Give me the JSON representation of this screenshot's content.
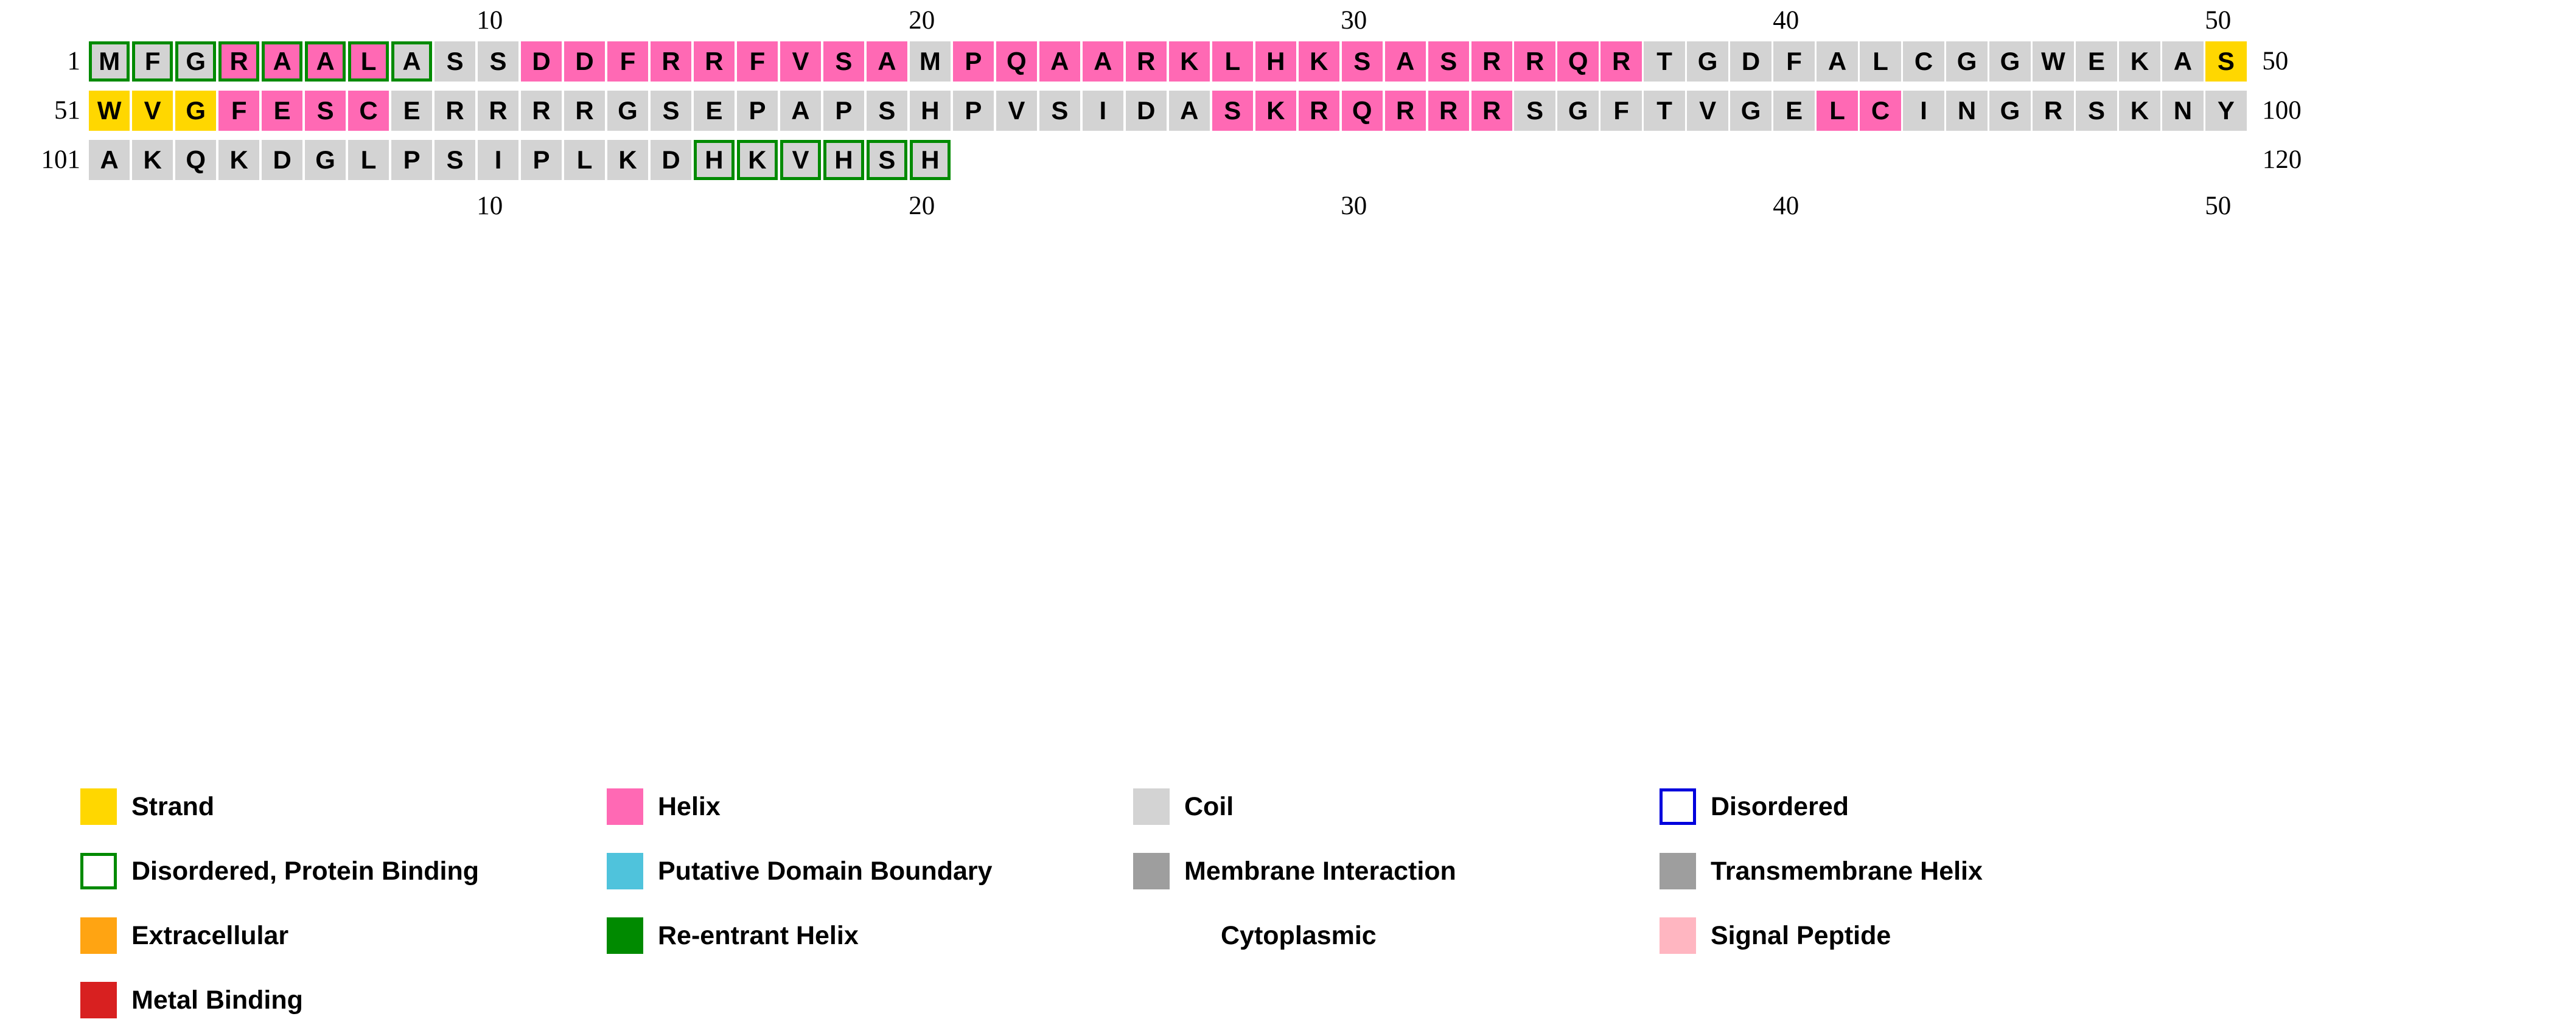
{
  "colors": {
    "strand": "#ffd700",
    "helix": "#ff69b4",
    "coil": "#d3d3d3",
    "disordered_border": "#0000dd",
    "disordered_protein_binding_border": "#008a00",
    "putative_domain_boundary": "#4fc3dc",
    "membrane_interaction": "#9e9e9e",
    "transmembrane_helix": "#9e9e9e",
    "extracellular": "#ffa412",
    "re_entrant_helix": "#008a00",
    "cytoplasmic": "none",
    "signal_peptide": "#ffb6c1",
    "metal_binding": "#d82020"
  },
  "top_ruler": {
    "ticks": [
      "10",
      "20",
      "30",
      "40",
      "50"
    ]
  },
  "bottom_ruler": {
    "ticks": [
      "10",
      "20",
      "30",
      "40",
      "50"
    ]
  },
  "sequence": {
    "length": 120,
    "one_letter": "MFGRAALASSDDFRRFVSAMPQAARKLHKSASRRQRTGDFALCGGWEKASWVGFESCERRRRGSEPAPSHPVSIDASKRQRRRSGFTVGELCINGRSKNYAKQKDGLPSIPLKDHKVHSH",
    "rows": [
      {
        "start_label": "1",
        "end_label": "50",
        "residues": [
          {
            "aa": "M",
            "feature": "coil",
            "boxed": true
          },
          {
            "aa": "F",
            "feature": "coil",
            "boxed": true
          },
          {
            "aa": "G",
            "feature": "coil",
            "boxed": true
          },
          {
            "aa": "R",
            "feature": "helix",
            "boxed": true
          },
          {
            "aa": "A",
            "feature": "helix",
            "boxed": true
          },
          {
            "aa": "A",
            "feature": "helix",
            "boxed": true
          },
          {
            "aa": "L",
            "feature": "helix",
            "boxed": true
          },
          {
            "aa": "A",
            "feature": "coil",
            "boxed": true
          },
          {
            "aa": "S",
            "feature": "coil",
            "boxed": false
          },
          {
            "aa": "S",
            "feature": "coil",
            "boxed": false
          },
          {
            "aa": "D",
            "feature": "helix",
            "boxed": false
          },
          {
            "aa": "D",
            "feature": "helix",
            "boxed": false
          },
          {
            "aa": "F",
            "feature": "helix",
            "boxed": false
          },
          {
            "aa": "R",
            "feature": "helix",
            "boxed": false
          },
          {
            "aa": "R",
            "feature": "helix",
            "boxed": false
          },
          {
            "aa": "F",
            "feature": "helix",
            "boxed": false
          },
          {
            "aa": "V",
            "feature": "helix",
            "boxed": false
          },
          {
            "aa": "S",
            "feature": "helix",
            "boxed": false
          },
          {
            "aa": "A",
            "feature": "helix",
            "boxed": false
          },
          {
            "aa": "M",
            "feature": "coil",
            "boxed": false
          },
          {
            "aa": "P",
            "feature": "helix",
            "boxed": false
          },
          {
            "aa": "Q",
            "feature": "helix",
            "boxed": false
          },
          {
            "aa": "A",
            "feature": "helix",
            "boxed": false
          },
          {
            "aa": "A",
            "feature": "helix",
            "boxed": false
          },
          {
            "aa": "R",
            "feature": "helix",
            "boxed": false
          },
          {
            "aa": "K",
            "feature": "helix",
            "boxed": false
          },
          {
            "aa": "L",
            "feature": "helix",
            "boxed": false
          },
          {
            "aa": "H",
            "feature": "helix",
            "boxed": false
          },
          {
            "aa": "K",
            "feature": "helix",
            "boxed": false
          },
          {
            "aa": "S",
            "feature": "helix",
            "boxed": false
          },
          {
            "aa": "A",
            "feature": "helix",
            "boxed": false
          },
          {
            "aa": "S",
            "feature": "helix",
            "boxed": false
          },
          {
            "aa": "R",
            "feature": "helix",
            "boxed": false
          },
          {
            "aa": "R",
            "feature": "helix",
            "boxed": false
          },
          {
            "aa": "Q",
            "feature": "helix",
            "boxed": false
          },
          {
            "aa": "R",
            "feature": "helix",
            "boxed": false
          },
          {
            "aa": "T",
            "feature": "coil",
            "boxed": false
          },
          {
            "aa": "G",
            "feature": "coil",
            "boxed": false
          },
          {
            "aa": "D",
            "feature": "coil",
            "boxed": false
          },
          {
            "aa": "F",
            "feature": "coil",
            "boxed": false
          },
          {
            "aa": "A",
            "feature": "coil",
            "boxed": false
          },
          {
            "aa": "L",
            "feature": "coil",
            "boxed": false
          },
          {
            "aa": "C",
            "feature": "coil",
            "boxed": false
          },
          {
            "aa": "G",
            "feature": "coil",
            "boxed": false
          },
          {
            "aa": "G",
            "feature": "coil",
            "boxed": false
          },
          {
            "aa": "W",
            "feature": "coil",
            "boxed": false
          },
          {
            "aa": "E",
            "feature": "coil",
            "boxed": false
          },
          {
            "aa": "K",
            "feature": "coil",
            "boxed": false
          },
          {
            "aa": "A",
            "feature": "coil",
            "boxed": false
          },
          {
            "aa": "S",
            "feature": "strand",
            "boxed": false
          }
        ]
      },
      {
        "start_label": "51",
        "end_label": "100",
        "residues": [
          {
            "aa": "W",
            "feature": "strand",
            "boxed": false
          },
          {
            "aa": "V",
            "feature": "strand",
            "boxed": false
          },
          {
            "aa": "G",
            "feature": "strand",
            "boxed": false
          },
          {
            "aa": "F",
            "feature": "helix",
            "boxed": false
          },
          {
            "aa": "E",
            "feature": "helix",
            "boxed": false
          },
          {
            "aa": "S",
            "feature": "helix",
            "boxed": false
          },
          {
            "aa": "C",
            "feature": "helix",
            "boxed": false
          },
          {
            "aa": "E",
            "feature": "coil",
            "boxed": false
          },
          {
            "aa": "R",
            "feature": "coil",
            "boxed": false
          },
          {
            "aa": "R",
            "feature": "coil",
            "boxed": false
          },
          {
            "aa": "R",
            "feature": "coil",
            "boxed": false
          },
          {
            "aa": "R",
            "feature": "coil",
            "boxed": false
          },
          {
            "aa": "G",
            "feature": "coil",
            "boxed": false
          },
          {
            "aa": "S",
            "feature": "coil",
            "boxed": false
          },
          {
            "aa": "E",
            "feature": "coil",
            "boxed": false
          },
          {
            "aa": "P",
            "feature": "coil",
            "boxed": false
          },
          {
            "aa": "A",
            "feature": "coil",
            "boxed": false
          },
          {
            "aa": "P",
            "feature": "coil",
            "boxed": false
          },
          {
            "aa": "S",
            "feature": "coil",
            "boxed": false
          },
          {
            "aa": "H",
            "feature": "coil",
            "boxed": false
          },
          {
            "aa": "P",
            "feature": "coil",
            "boxed": false
          },
          {
            "aa": "V",
            "feature": "coil",
            "boxed": false
          },
          {
            "aa": "S",
            "feature": "coil",
            "boxed": false
          },
          {
            "aa": "I",
            "feature": "coil",
            "boxed": false
          },
          {
            "aa": "D",
            "feature": "coil",
            "boxed": false
          },
          {
            "aa": "A",
            "feature": "coil",
            "boxed": false
          },
          {
            "aa": "S",
            "feature": "helix",
            "boxed": false
          },
          {
            "aa": "K",
            "feature": "helix",
            "boxed": false
          },
          {
            "aa": "R",
            "feature": "helix",
            "boxed": false
          },
          {
            "aa": "Q",
            "feature": "helix",
            "boxed": false
          },
          {
            "aa": "R",
            "feature": "helix",
            "boxed": false
          },
          {
            "aa": "R",
            "feature": "helix",
            "boxed": false
          },
          {
            "aa": "R",
            "feature": "helix",
            "boxed": false
          },
          {
            "aa": "S",
            "feature": "coil",
            "boxed": false
          },
          {
            "aa": "G",
            "feature": "coil",
            "boxed": false
          },
          {
            "aa": "F",
            "feature": "coil",
            "boxed": false
          },
          {
            "aa": "T",
            "feature": "coil",
            "boxed": false
          },
          {
            "aa": "V",
            "feature": "coil",
            "boxed": false
          },
          {
            "aa": "G",
            "feature": "coil",
            "boxed": false
          },
          {
            "aa": "E",
            "feature": "coil",
            "boxed": false
          },
          {
            "aa": "L",
            "feature": "helix",
            "boxed": false
          },
          {
            "aa": "C",
            "feature": "helix",
            "boxed": false
          },
          {
            "aa": "I",
            "feature": "coil",
            "boxed": false
          },
          {
            "aa": "N",
            "feature": "coil",
            "boxed": false
          },
          {
            "aa": "G",
            "feature": "coil",
            "boxed": false
          },
          {
            "aa": "R",
            "feature": "coil",
            "boxed": false
          },
          {
            "aa": "S",
            "feature": "coil",
            "boxed": false
          },
          {
            "aa": "K",
            "feature": "coil",
            "boxed": false
          },
          {
            "aa": "N",
            "feature": "coil",
            "boxed": false
          },
          {
            "aa": "Y",
            "feature": "coil",
            "boxed": false
          }
        ]
      },
      {
        "start_label": "101",
        "end_label": "120",
        "residues": [
          {
            "aa": "A",
            "feature": "coil",
            "boxed": false
          },
          {
            "aa": "K",
            "feature": "coil",
            "boxed": false
          },
          {
            "aa": "Q",
            "feature": "coil",
            "boxed": false
          },
          {
            "aa": "K",
            "feature": "coil",
            "boxed": false
          },
          {
            "aa": "D",
            "feature": "coil",
            "boxed": false
          },
          {
            "aa": "G",
            "feature": "coil",
            "boxed": false
          },
          {
            "aa": "L",
            "feature": "coil",
            "boxed": false
          },
          {
            "aa": "P",
            "feature": "coil",
            "boxed": false
          },
          {
            "aa": "S",
            "feature": "coil",
            "boxed": false
          },
          {
            "aa": "I",
            "feature": "coil",
            "boxed": false
          },
          {
            "aa": "P",
            "feature": "coil",
            "boxed": false
          },
          {
            "aa": "L",
            "feature": "coil",
            "boxed": false
          },
          {
            "aa": "K",
            "feature": "coil",
            "boxed": false
          },
          {
            "aa": "D",
            "feature": "coil",
            "boxed": false
          },
          {
            "aa": "H",
            "feature": "coil",
            "boxed": true
          },
          {
            "aa": "K",
            "feature": "coil",
            "boxed": true
          },
          {
            "aa": "V",
            "feature": "coil",
            "boxed": true
          },
          {
            "aa": "H",
            "feature": "coil",
            "boxed": true
          },
          {
            "aa": "S",
            "feature": "coil",
            "boxed": true
          },
          {
            "aa": "H",
            "feature": "coil",
            "boxed": true
          }
        ]
      }
    ]
  },
  "legend": {
    "rows": [
      [
        {
          "label": "Strand",
          "style": "fill",
          "color": "#ffd700"
        },
        {
          "label": "Helix",
          "style": "fill",
          "color": "#ff69b4"
        },
        {
          "label": "Coil",
          "style": "fill",
          "color": "#d3d3d3"
        },
        {
          "label": "Disordered",
          "style": "outline-blue",
          "color": "#0000dd"
        }
      ],
      [
        {
          "label": "Disordered, Protein Binding",
          "style": "outline-green",
          "color": "#008a00"
        },
        {
          "label": "Putative Domain Boundary",
          "style": "fill",
          "color": "#4fc3dc"
        },
        {
          "label": "Membrane Interaction",
          "style": "fill",
          "color": "#9e9e9e"
        },
        {
          "label": "Transmembrane Helix",
          "style": "fill",
          "color": "#9e9e9e"
        }
      ],
      [
        {
          "label": "Extracellular",
          "style": "fill",
          "color": "#ffa412"
        },
        {
          "label": "Re-entrant Helix",
          "style": "fill",
          "color": "#008a00"
        },
        {
          "label": "Cytoplasmic",
          "style": "none",
          "color": "none"
        },
        {
          "label": "Signal Peptide",
          "style": "fill",
          "color": "#ffb6c1"
        }
      ],
      [
        {
          "label": "Metal Binding",
          "style": "fill",
          "color": "#d82020"
        }
      ]
    ]
  }
}
